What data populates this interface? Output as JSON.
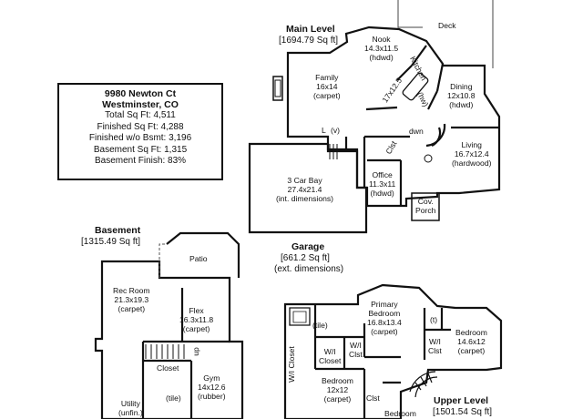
{
  "summary": {
    "address_line1": "9980 Newton Ct",
    "address_line2": "Westminster, CO",
    "total_sqft": "Total Sq Ft: 4,511",
    "finished_sqft": "Finished Sq Ft: 4,288",
    "finished_wo_bsmt": "Finished w/o Bsmt: 3,196",
    "basement_sqft": "Basement Sq Ft: 1,315",
    "basement_finish": "Basement Finish: 83%"
  },
  "main_level": {
    "title": "Main Level",
    "area": "[1694.79 Sq ft]",
    "rooms": {
      "deck": "Deck",
      "nook": [
        "Nook",
        "14.3x11.5",
        "(hdwd)"
      ],
      "kitchen": "Kitchen",
      "kitchen_dims": "17x12.5",
      "kitchen_floor": "(hw)",
      "family": [
        "Family",
        "16x14",
        "(carpet)"
      ],
      "dining": [
        "Dining",
        "12x10.8",
        "(hdwd)"
      ],
      "living": [
        "Living",
        "16.7x12.4",
        "(hardwood)"
      ],
      "office": [
        "Office",
        "11.3x11",
        "(hdwd)"
      ],
      "porch": [
        "Cov.",
        "Porch"
      ],
      "laundry": "L",
      "vent": "(v)",
      "closet": "Clst",
      "dn": "dwn"
    }
  },
  "garage": {
    "title": "Garage",
    "area": "[661.2 Sq ft]",
    "note": "(ext. dimensions)",
    "bay": [
      "3 Car Bay",
      "27.4x21.4",
      "(int. dimensions)"
    ]
  },
  "basement": {
    "title": "Basement",
    "area": "[1315.49 Sq ft]",
    "rooms": {
      "patio": "Patio",
      "rec_room": [
        "Rec Room",
        "21.3x19.3",
        "(carpet)"
      ],
      "flex": [
        "Flex",
        "16.3x11.8",
        "(carpet)"
      ],
      "closet": "Closet",
      "gym": [
        "Gym",
        "14x12.6",
        "(rubber)"
      ],
      "utility": [
        "Utility",
        "(unfin.)"
      ],
      "bath_tile": "(tile)",
      "up": "up"
    }
  },
  "upper_level": {
    "title": "Upper Level",
    "area": "[1501.54 Sq ft]",
    "rooms": {
      "primary": [
        "Primary",
        "Bedroom",
        "16.8x13.4",
        "(carpet)"
      ],
      "bedroom_right": [
        "Bedroom",
        "14.6x12",
        "(carpet)"
      ],
      "bedroom_mid": [
        "Bedroom",
        "12x12",
        "(carpet)"
      ],
      "bedroom_partial": "Bedroom",
      "wi_closet1": [
        "W/I",
        "Closet"
      ],
      "wi_clst": [
        "W/I",
        "Clst"
      ],
      "wi_clst_right": [
        "W/I",
        "Clst"
      ],
      "wi_closet_left": "W/I Closet",
      "tile": "(tile)",
      "tile2": "(t)",
      "clst": "Clst"
    }
  }
}
